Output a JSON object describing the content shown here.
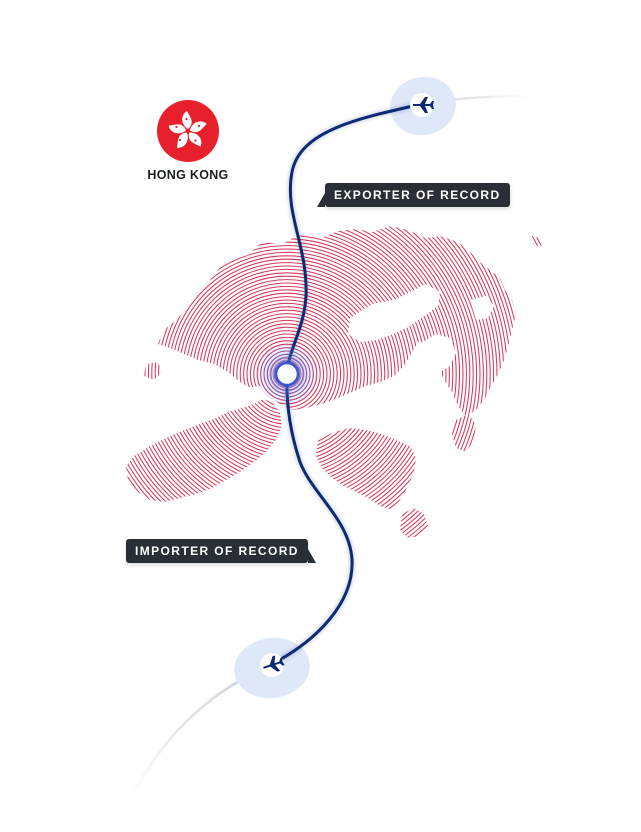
{
  "region": {
    "name": "HONG KONG",
    "flag_icon": "bauhinia-flower-icon",
    "flag_color": "#e8202c"
  },
  "route": {
    "exporter_label": "EXPORTER OF RECORD",
    "importer_label": "IMPORTER OF RECORD",
    "route_color": "#0d2a72",
    "hub_color": "#4a6ee0",
    "map_line_color": "#d9375a",
    "plane_icon": "airplane-icon"
  }
}
